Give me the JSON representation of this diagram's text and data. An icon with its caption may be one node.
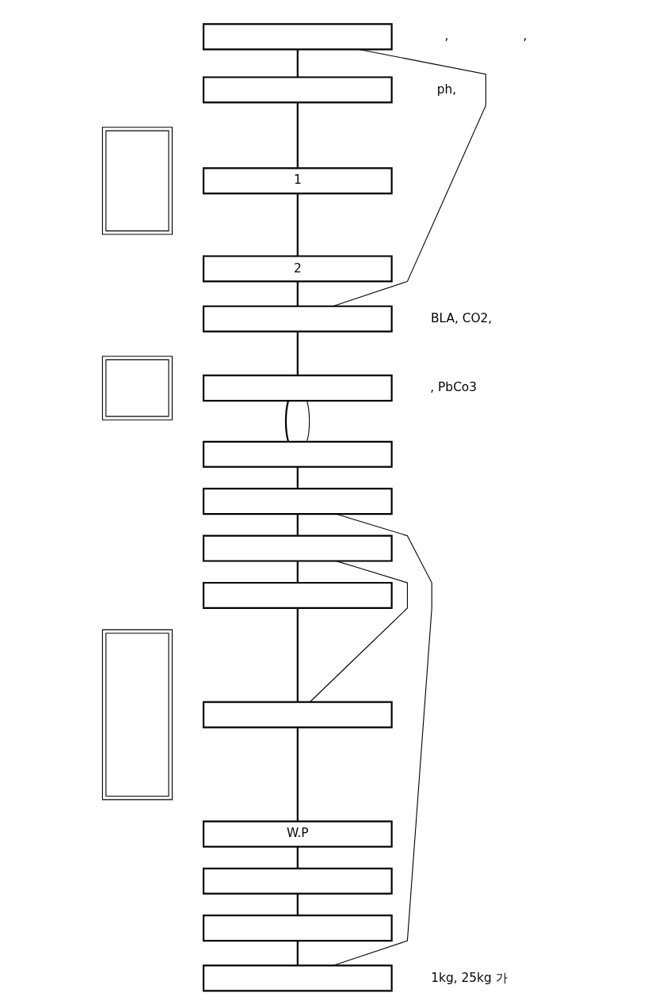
{
  "diagram": {
    "nodes": [
      {
        "text": [],
        "shape": "box"
      },
      {
        "text": [],
        "shape": "box"
      },
      {
        "text": [
          "1"
        ]
      },
      {
        "text": [
          "2"
        ]
      },
      {
        "text": [],
        "shape": "box"
      },
      {
        "text": [],
        "shape": "box"
      },
      {
        "text": [],
        "shape": "box"
      },
      {
        "text": [],
        "shape": "box"
      },
      {
        "text": [],
        "shape": "box"
      },
      {
        "text": [],
        "shape": "box"
      },
      {
        "text": [],
        "shape": "box"
      },
      {
        "text": [
          "W.P"
        ]
      },
      {
        "text": [],
        "shape": "box"
      },
      {
        "text": [],
        "shape": "box"
      },
      {
        "text": [],
        "shape": "box"
      },
      {
        "text": [],
        "shape": "box"
      },
      {
        "text": [],
        "shape": "box"
      },
      {
        "text": [],
        "shape": "box"
      }
    ],
    "edges": [
      {
        "from": 0,
        "to": 1,
        "arrow": "none"
      },
      {
        "from": 1,
        "to": 2,
        "arrow": "none"
      },
      {
        "from": 2,
        "to": 3,
        "arrow": "none"
      },
      {
        "from": 3,
        "to": 4,
        "arrow": "none"
      },
      {
        "from": 4,
        "to": 5,
        "arrow": "none"
      },
      {
        "from": 5,
        "to": 6,
        "arrow": "none"
      },
      {
        "from": 6,
        "to": 7,
        "arrow": "none"
      },
      {
        "from": 7,
        "to": 8,
        "arrow": "none"
      },
      {
        "from": 8,
        "to": 9,
        "arrow": "none"
      },
      {
        "from": 9,
        "to": 10,
        "arrow": "none"
      },
      {
        "from": 10,
        "to": 11,
        "arrow": "none"
      },
      {
        "from": 11,
        "to": 12,
        "arrow": "none"
      },
      {
        "from": 12,
        "to": 13,
        "arrow": "none"
      },
      {
        "from": 13,
        "to": 14,
        "arrow": "none"
      },
      {
        "from": 0,
        "to": 4,
        "arrow": "none"
      },
      {
        "from": 5,
        "to": 6,
        "arrow": "none"
      },
      {
        "from": 7,
        "to": 14,
        "arrow": "none"
      },
      {
        "from": 8,
        "to": 10,
        "arrow": "none"
      }
    ],
    "labels": [
      ",",
      ",",
      "ph,",
      "BLA, CO2,",
      ", PbCo3",
      "1kg, 25kg 가"
    ]
  }
}
